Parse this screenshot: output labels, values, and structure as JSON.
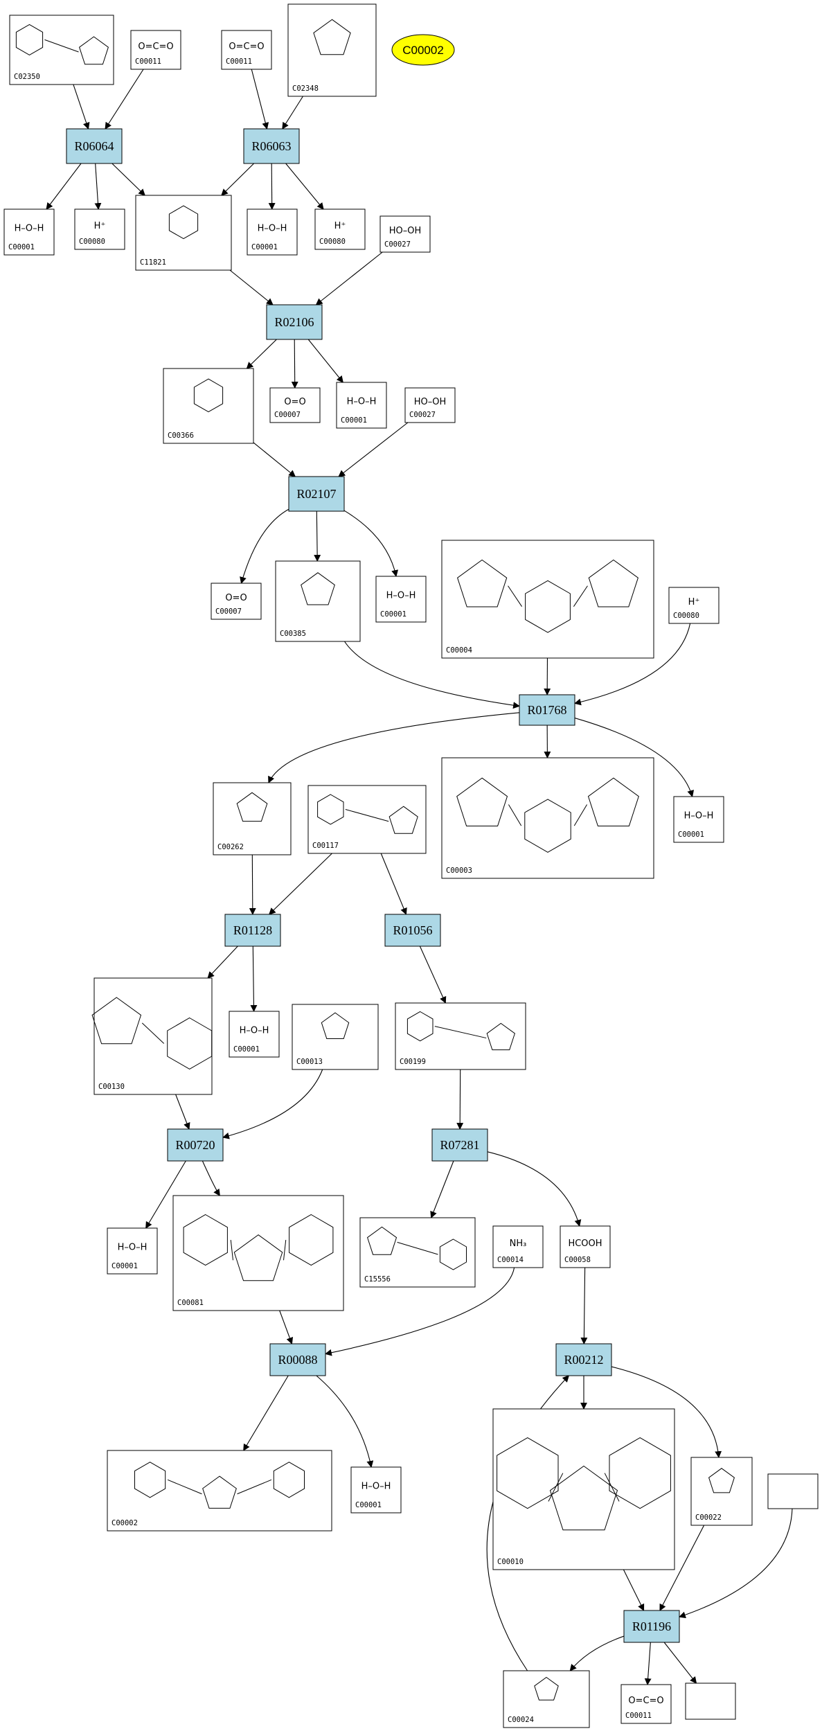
{
  "colors": {
    "reaction_fill": "#add8e6",
    "highlight_fill": "#ffff00",
    "edge": "#000000"
  },
  "highlight": {
    "id": "C00002",
    "label": "C00002"
  },
  "reactions": [
    {
      "id": "R06064",
      "label": "R06064"
    },
    {
      "id": "R06063",
      "label": "R06063"
    },
    {
      "id": "R02106",
      "label": "R02106"
    },
    {
      "id": "R02107",
      "label": "R02107"
    },
    {
      "id": "R01768",
      "label": "R01768"
    },
    {
      "id": "R01128",
      "label": "R01128"
    },
    {
      "id": "R01056",
      "label": "R01056"
    },
    {
      "id": "R00720",
      "label": "R00720"
    },
    {
      "id": "R07281",
      "label": "R07281"
    },
    {
      "id": "R00088",
      "label": "R00088"
    },
    {
      "id": "R00212",
      "label": "R00212"
    },
    {
      "id": "R01196",
      "label": "R01196"
    }
  ],
  "compounds": [
    {
      "key": "c02350",
      "id": "C02350",
      "formula": "",
      "structure": true
    },
    {
      "key": "c00011_a",
      "id": "C00011",
      "formula": "O=C=O",
      "structure": false
    },
    {
      "key": "c00011_b",
      "id": "C00011",
      "formula": "O=C=O",
      "structure": false
    },
    {
      "key": "c02348",
      "id": "C02348",
      "formula": "",
      "structure": true
    },
    {
      "key": "c00001_a",
      "id": "C00001",
      "formula": "H–O–H",
      "structure": false
    },
    {
      "key": "c00080_a",
      "id": "C00080",
      "formula": "H⁺",
      "structure": false
    },
    {
      "key": "c11821",
      "id": "C11821",
      "formula": "",
      "structure": true
    },
    {
      "key": "c00001_b",
      "id": "C00001",
      "formula": "H–O–H",
      "structure": false
    },
    {
      "key": "c00080_b",
      "id": "C00080",
      "formula": "H⁺",
      "structure": false
    },
    {
      "key": "c00027_a",
      "id": "C00027",
      "formula": "HO–OH",
      "structure": false
    },
    {
      "key": "c00366",
      "id": "C00366",
      "formula": "",
      "structure": true
    },
    {
      "key": "c00007_a",
      "id": "C00007",
      "formula": "O=O",
      "structure": false
    },
    {
      "key": "c00001_c",
      "id": "C00001",
      "formula": "H–O–H",
      "structure": false
    },
    {
      "key": "c00027_b",
      "id": "C00027",
      "formula": "HO–OH",
      "structure": false
    },
    {
      "key": "c00007_b",
      "id": "C00007",
      "formula": "O=O",
      "structure": false
    },
    {
      "key": "c00385",
      "id": "C00385",
      "formula": "",
      "structure": true
    },
    {
      "key": "c00001_d",
      "id": "C00001",
      "formula": "H–O–H",
      "structure": false
    },
    {
      "key": "c00004",
      "id": "C00004",
      "formula": "",
      "structure": true
    },
    {
      "key": "c00080_c",
      "id": "C00080",
      "formula": "H⁺",
      "structure": false
    },
    {
      "key": "c00262",
      "id": "C00262",
      "formula": "",
      "structure": true
    },
    {
      "key": "c00117",
      "id": "C00117",
      "formula": "",
      "structure": true
    },
    {
      "key": "c00003",
      "id": "C00003",
      "formula": "",
      "structure": true
    },
    {
      "key": "c00001_e",
      "id": "C00001",
      "formula": "H–O–H",
      "structure": false
    },
    {
      "key": "c00130",
      "id": "C00130",
      "formula": "",
      "structure": true
    },
    {
      "key": "c00001_f",
      "id": "C00001",
      "formula": "H–O–H",
      "structure": false
    },
    {
      "key": "c00013",
      "id": "C00013",
      "formula": "",
      "structure": true
    },
    {
      "key": "c00199",
      "id": "C00199",
      "formula": "",
      "structure": true
    },
    {
      "key": "c00001_g",
      "id": "C00001",
      "formula": "H–O–H",
      "structure": false
    },
    {
      "key": "c00081",
      "id": "C00081",
      "formula": "",
      "structure": true
    },
    {
      "key": "c15556",
      "id": "C15556",
      "formula": "",
      "structure": true
    },
    {
      "key": "c00014",
      "id": "C00014",
      "formula": "NH₃",
      "structure": false
    },
    {
      "key": "c00058",
      "id": "C00058",
      "formula": "HCOOH",
      "structure": false
    },
    {
      "key": "c00002",
      "id": "C00002",
      "formula": "",
      "structure": true
    },
    {
      "key": "c00001_h",
      "id": "C00001",
      "formula": "H–O–H",
      "structure": false
    },
    {
      "key": "c00010",
      "id": "C00010",
      "formula": "",
      "structure": true
    },
    {
      "key": "c00022",
      "id": "C00022",
      "formula": "",
      "structure": true
    },
    {
      "key": "blank_a",
      "id": "",
      "formula": "",
      "structure": false
    },
    {
      "key": "c00024",
      "id": "C00024",
      "formula": "",
      "structure": true
    },
    {
      "key": "c00011_c",
      "id": "C00011",
      "formula": "O=C=O",
      "structure": false
    },
    {
      "key": "blank_b",
      "id": "",
      "formula": "",
      "structure": false
    }
  ],
  "edges": [
    [
      "c02350",
      "R06064"
    ],
    [
      "c00011_a",
      "R06064"
    ],
    [
      "R06064",
      "c00001_a"
    ],
    [
      "R06064",
      "c00080_a"
    ],
    [
      "R06064",
      "c11821"
    ],
    [
      "c00011_b",
      "R06063"
    ],
    [
      "c02348",
      "R06063"
    ],
    [
      "R06063",
      "c11821"
    ],
    [
      "R06063",
      "c00001_b"
    ],
    [
      "R06063",
      "c00080_b"
    ],
    [
      "c11821",
      "R02106"
    ],
    [
      "c00027_a",
      "R02106"
    ],
    [
      "R02106",
      "c00366"
    ],
    [
      "R02106",
      "c00007_a"
    ],
    [
      "R02106",
      "c00001_c"
    ],
    [
      "c00366",
      "R02107"
    ],
    [
      "c00027_b",
      "R02107"
    ],
    [
      "R02107",
      "c00007_b"
    ],
    [
      "R02107",
      "c00385"
    ],
    [
      "R02107",
      "c00001_d"
    ],
    [
      "c00385",
      "R01768"
    ],
    [
      "c00004",
      "R01768"
    ],
    [
      "c00080_c",
      "R01768"
    ],
    [
      "R01768",
      "c00262"
    ],
    [
      "R01768",
      "c00003"
    ],
    [
      "R01768",
      "c00001_e"
    ],
    [
      "c00262",
      "R01128"
    ],
    [
      "c00117",
      "R01128"
    ],
    [
      "c00117",
      "R01056"
    ],
    [
      "R01128",
      "c00130"
    ],
    [
      "R01128",
      "c00001_f"
    ],
    [
      "R01056",
      "c00199"
    ],
    [
      "c00130",
      "R00720"
    ],
    [
      "c00013",
      "R00720"
    ],
    [
      "R00720",
      "c00001_g"
    ],
    [
      "R00720",
      "c00081"
    ],
    [
      "c00199",
      "R07281"
    ],
    [
      "R07281",
      "c15556"
    ],
    [
      "R07281",
      "c00058"
    ],
    [
      "c00081",
      "R00088"
    ],
    [
      "c00014",
      "R00088"
    ],
    [
      "R00088",
      "c00002"
    ],
    [
      "R00088",
      "c00001_h"
    ],
    [
      "c00058",
      "R00212"
    ],
    [
      "R00212",
      "c00010"
    ],
    [
      "R00212",
      "c00022"
    ],
    [
      "c00010",
      "R01196"
    ],
    [
      "c00022",
      "R01196"
    ],
    [
      "blank_a",
      "R01196"
    ],
    [
      "R01196",
      "c00024"
    ],
    [
      "R01196",
      "c00011_c"
    ],
    [
      "R01196",
      "blank_b"
    ],
    [
      "c00024",
      "R00212"
    ]
  ]
}
